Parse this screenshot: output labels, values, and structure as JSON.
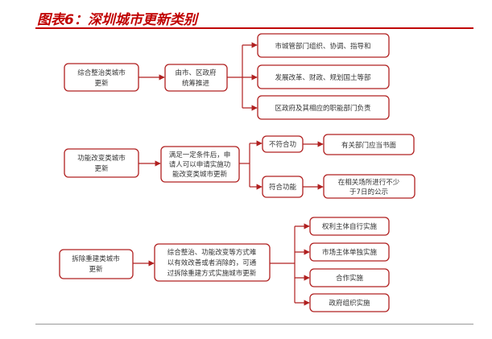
{
  "title": "图表6：深圳城市更新类别",
  "colors": {
    "accent": "#c00000",
    "box_border": "#b02020",
    "line": "#b02020",
    "text": "#333333"
  },
  "diagram": {
    "categories": {
      "comprehensive": [
        "综合整治类城市",
        "更新"
      ],
      "function_change": [
        "功能改变类城市",
        "更新"
      ],
      "demolition": [
        "拆除重建类城市",
        "更新"
      ]
    },
    "comprehensive_mid": [
      "由市、区政府",
      "统筹推进"
    ],
    "comprehensive_out": {
      "dept": "市城管部门组织、协调、指导和",
      "reform": "发展改革、财政、规划国土等部",
      "district": "区政府及其相应的职能部门负责"
    },
    "function_change_mid": [
      "满足一定条件后，申",
      "请人可以申请实施功",
      "能改变类城市更新"
    ],
    "function_change_branches": {
      "no": "不符合功",
      "no_result": "有关部门应当书面",
      "yes": "符合功能",
      "yes_result": [
        "在相关场所进行不少",
        "于7日的公示"
      ]
    },
    "demolition_mid": [
      "综合整治、功能改变等方式难",
      "以有效改善或者消除的，可通",
      "过拆除重建方式实施城市更新"
    ],
    "demolition_out": {
      "self": "权利主体自行实施",
      "market": "市场主体单独实施",
      "coop": "合作实施",
      "gov": "政府组织实施"
    }
  }
}
